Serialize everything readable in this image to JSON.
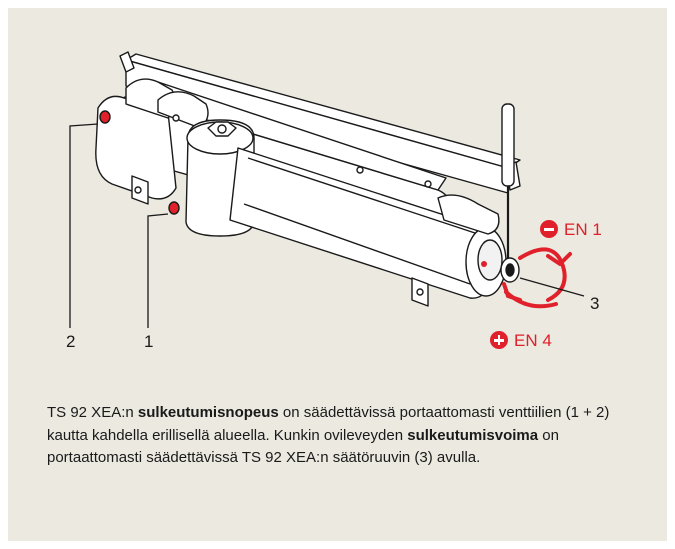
{
  "figure": {
    "callouts": {
      "valve_2": "2",
      "valve_1": "1",
      "screw_3": "3"
    },
    "adjust_minus": {
      "sign": "minus",
      "label": "EN 1"
    },
    "adjust_plus": {
      "sign": "plus",
      "label": "EN 4"
    },
    "accent_color": "#e0202a"
  },
  "description": {
    "p1": "TS 92 XEA:n ",
    "b1": "sulkeutumisnopeus",
    "p2": " on säädettävissä portaattomasti venttiilien (1 + 2) kautta kahdella erillisellä alueella. Kunkin ovileveyden ",
    "b2": "sulkeutumisvoima",
    "p3": " on portaattomasti säädettävissä TS 92 XEA:n säätöruuvin (3) avulla."
  }
}
